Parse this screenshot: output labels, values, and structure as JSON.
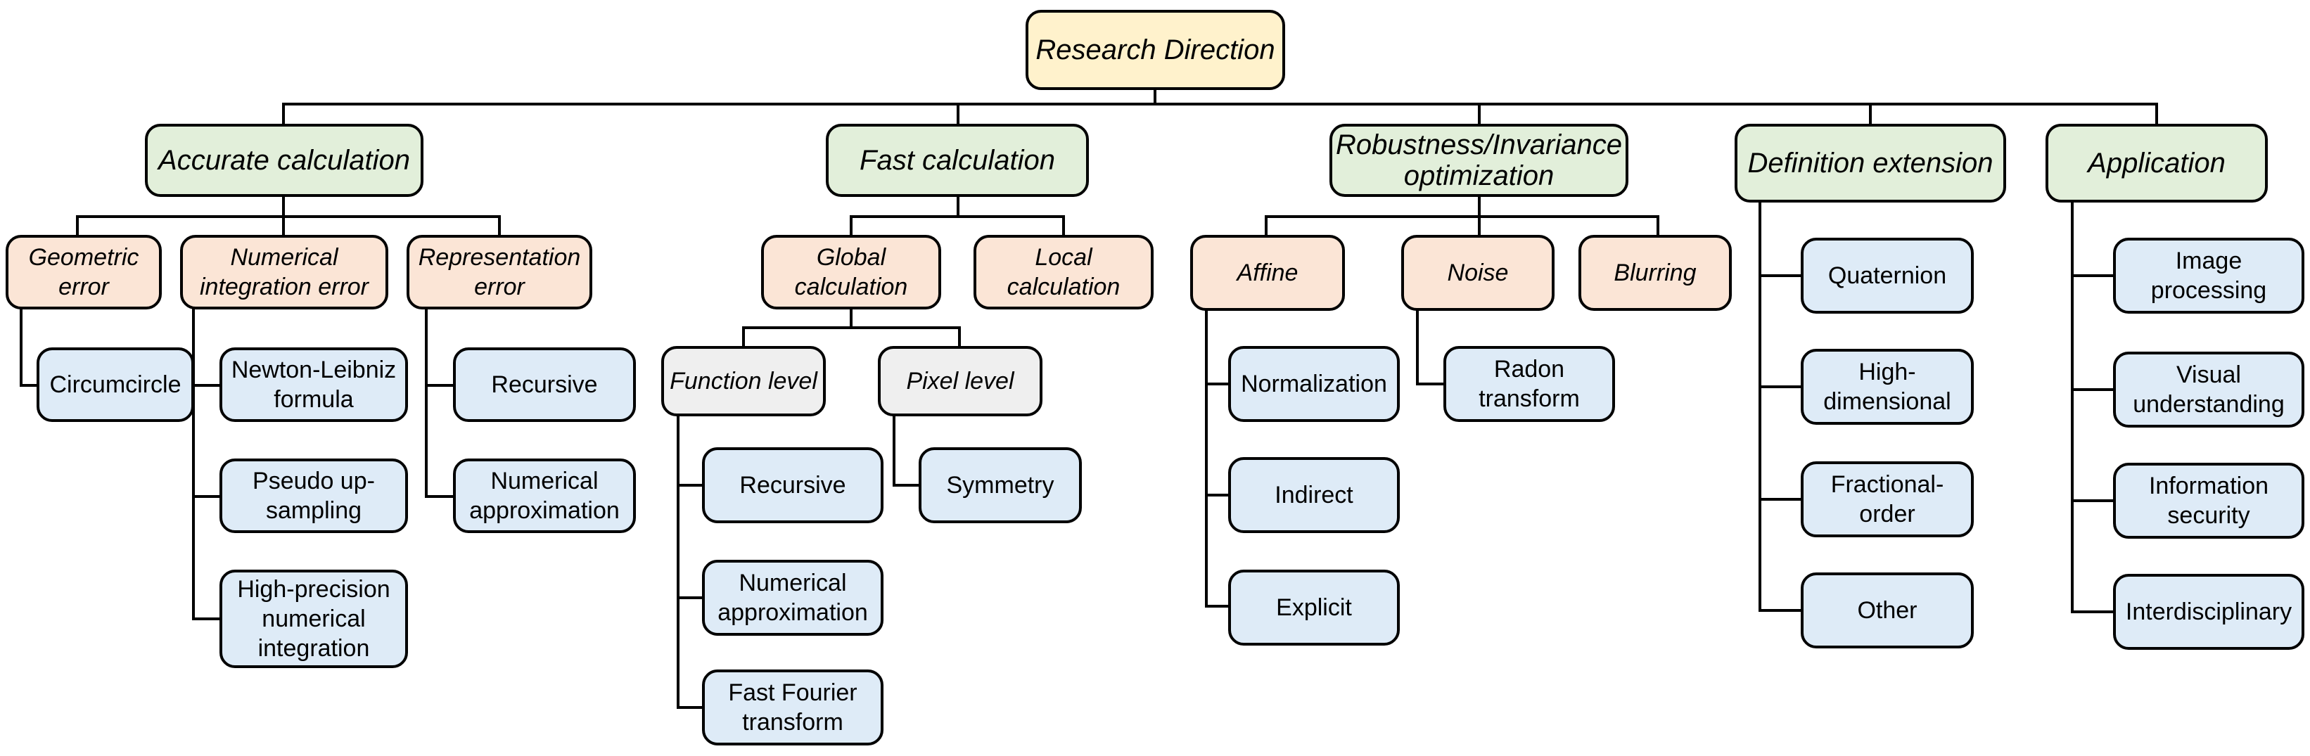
{
  "root": "Research Direction",
  "categories": {
    "accurate": "Accurate calculation",
    "fast": "Fast calculation",
    "robust": "Robustness/Invariance\noptimization",
    "definition": "Definition extension",
    "application": "Application"
  },
  "accurate": {
    "geometric": "Geometric\nerror",
    "numerical": "Numerical\nintegration error",
    "representation": "Representation\nerror",
    "circumcircle": "Circumcircle",
    "newton": "Newton-Leibniz\nformula",
    "pseudo": "Pseudo up-\nsampling",
    "highprec": "High-precision\nnumerical\nintegration",
    "recursive": "Recursive",
    "numapprox": "Numerical\napproximation"
  },
  "fast": {
    "global": "Global\ncalculation",
    "local": "Local\ncalculation",
    "function_level": "Function level",
    "pixel_level": "Pixel level",
    "recursive": "Recursive",
    "numapprox": "Numerical\napproximation",
    "fft": "Fast Fourier\ntransform",
    "symmetry": "Symmetry"
  },
  "robust": {
    "affine": "Affine",
    "noise": "Noise",
    "blurring": "Blurring",
    "normalization": "Normalization",
    "indirect": "Indirect",
    "explicit": "Explicit",
    "radon": "Radon\ntransform"
  },
  "definition": {
    "quaternion": "Quaternion",
    "highdim": "High-\ndimensional",
    "fractional": "Fractional-\norder",
    "other": "Other"
  },
  "application": {
    "image": "Image\nprocessing",
    "visual": "Visual\nunderstanding",
    "security": "Information\nsecurity",
    "interdisciplinary": "Interdisciplinary"
  }
}
